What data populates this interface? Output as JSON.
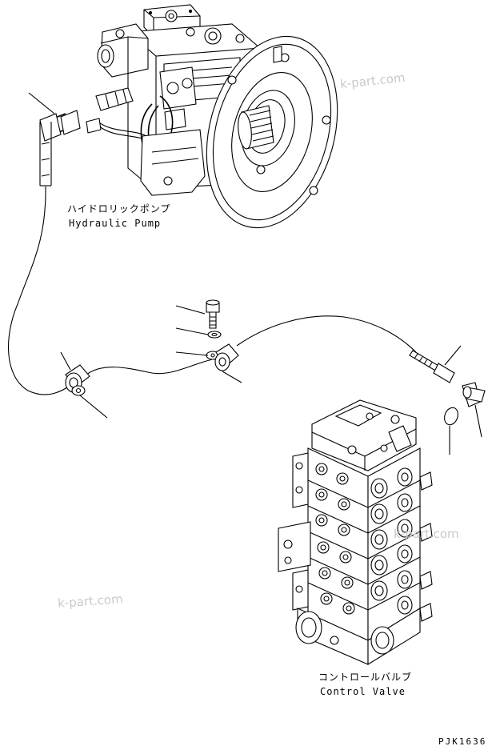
{
  "pump": {
    "label_jp": "ハイドロリックポンプ",
    "label_en": "Hydraulic Pump"
  },
  "control_valve": {
    "label_jp": "コントロールバルブ",
    "label_en": "Control Valve"
  },
  "drawing_code": "PJK1636",
  "watermarks": [
    "k-part.com",
    "k-part.com",
    "k-part.com"
  ]
}
